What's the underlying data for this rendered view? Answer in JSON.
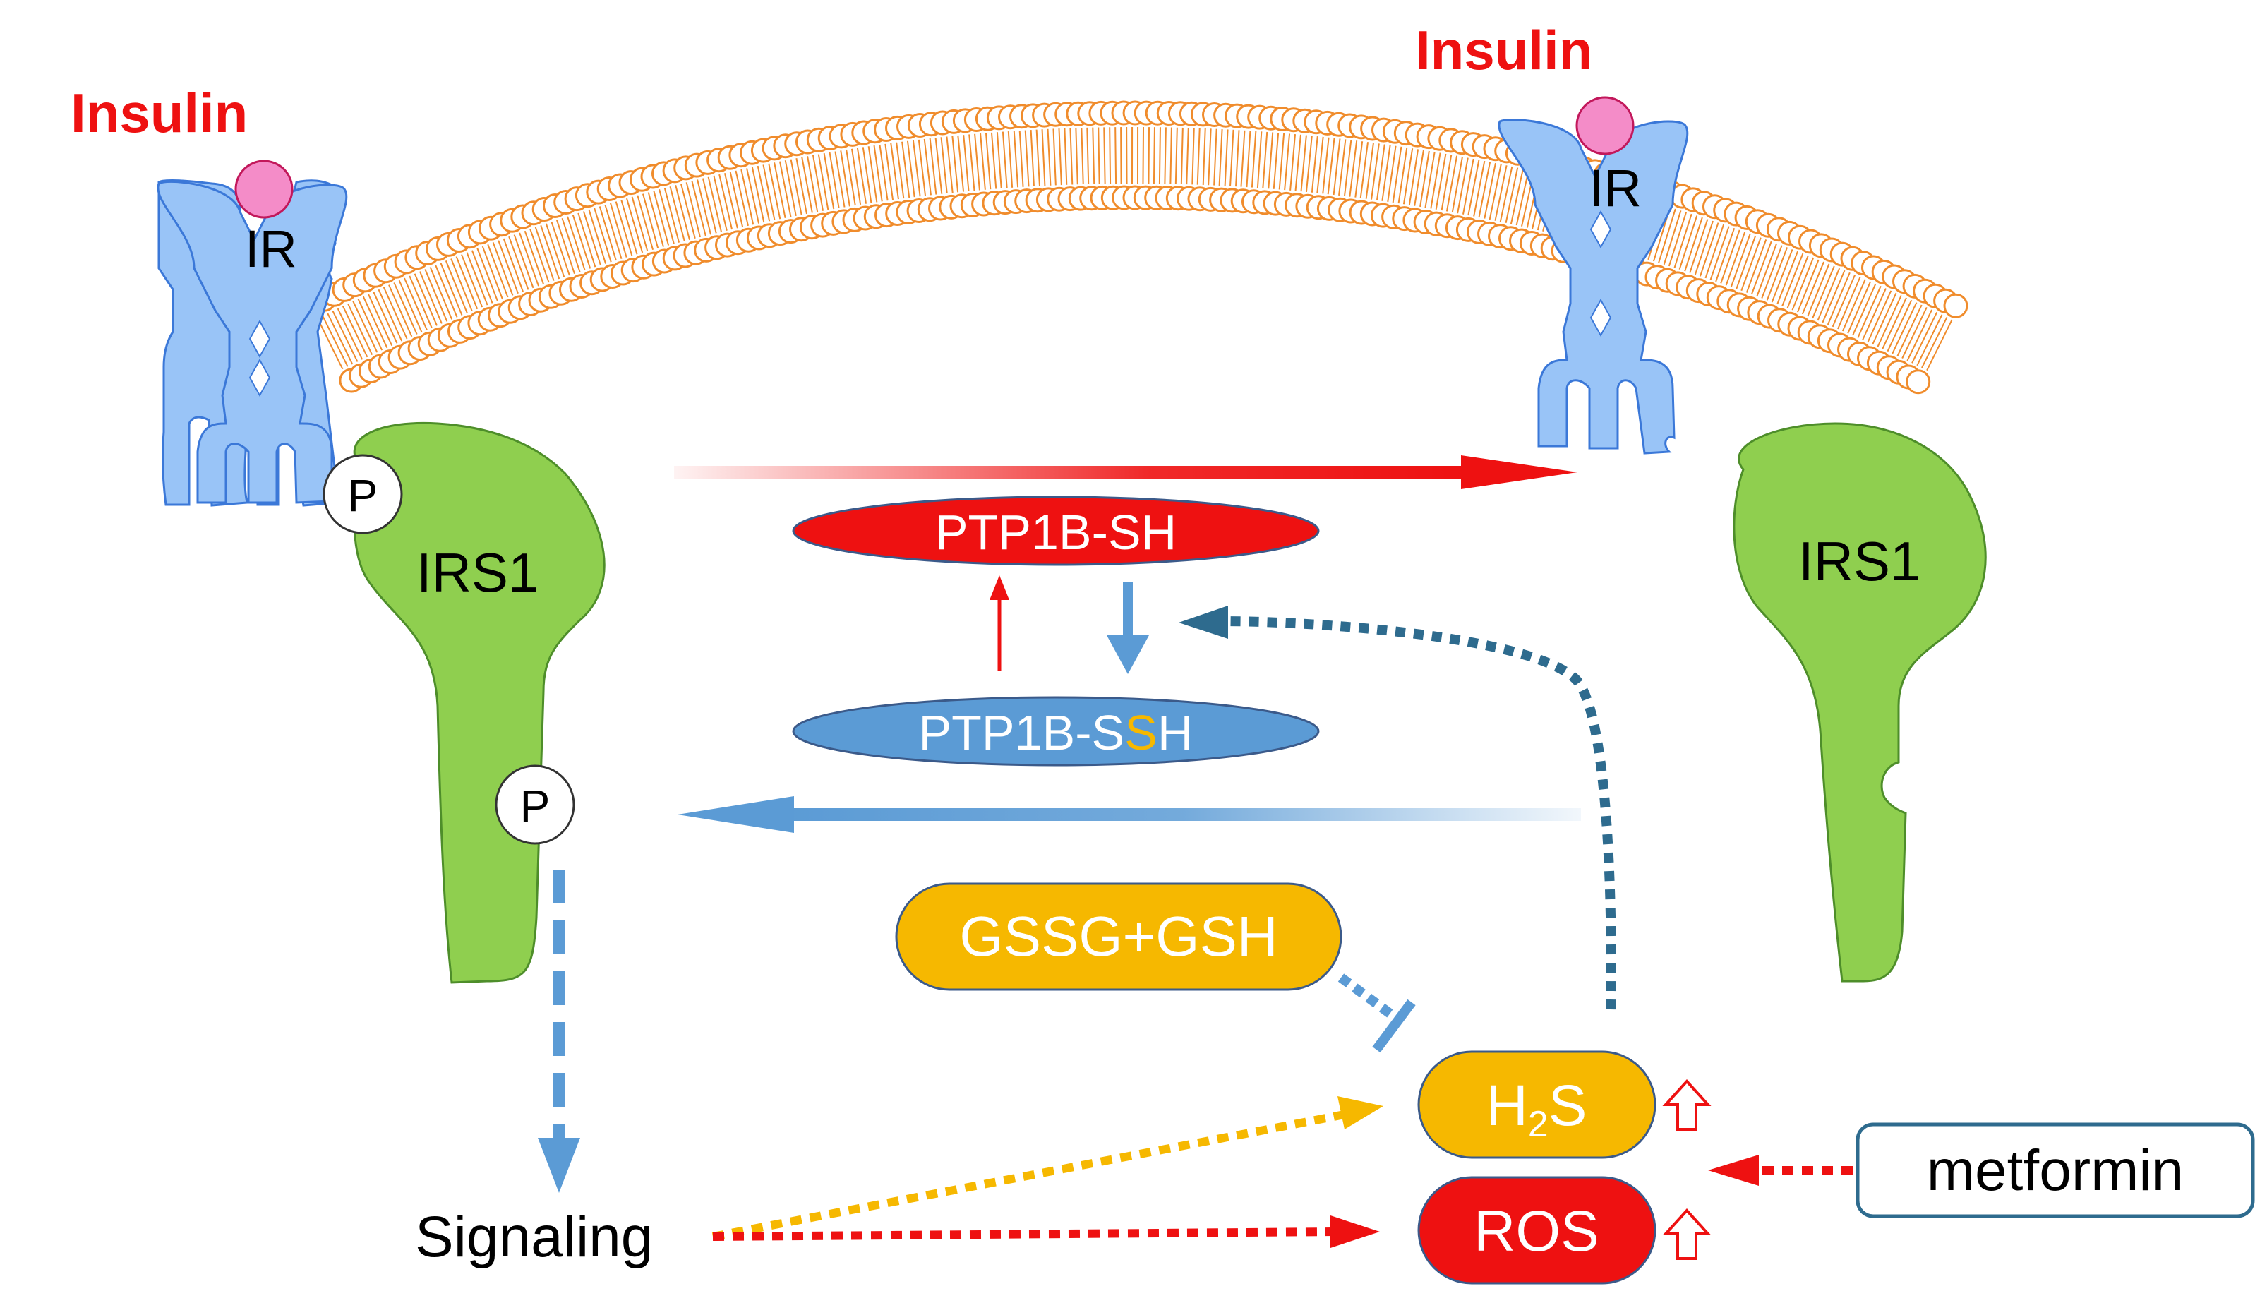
{
  "labels": {
    "insulin_left": "Insulin",
    "insulin_right": "Insulin",
    "ir_left": "IR",
    "ir_right": "IR",
    "irs1_left": "IRS1",
    "irs1_right": "IRS1",
    "p_upper": "P",
    "p_lower": "P",
    "ptp1b_sh": "PTP1B-SH",
    "ptp1b_ssh_prefix": "PTP1B-S",
    "ptp1b_ssh_highlight": "S",
    "ptp1b_ssh_suffix": "H",
    "gssg_gsh": "GSSG+GSH",
    "h2s_main": "H",
    "h2s_sub": "2",
    "h2s_end": "S",
    "ros": "ROS",
    "metformin": "metformin",
    "signaling": "Signaling"
  },
  "colors": {
    "insulin_text": "#ee1111",
    "receptor_fill": "#99c4f7",
    "receptor_stroke": "#3b78d8",
    "ligand_fill": "#f48cc8",
    "ligand_stroke": "#c2185b",
    "irs1_fill": "#8fcf4f",
    "irs1_stroke": "#4e8e2a",
    "lipid_stroke": "#f08c2c",
    "ptp1b_sh_fill": "#ee1111",
    "ptp1b_ssh_fill": "#5b9bd5",
    "gssg_fill": "#f6b800",
    "h2s_fill": "#f6b800",
    "ros_fill": "#ee1111",
    "metformin_border": "#2e6b8e",
    "red_arrow": "#ee1111",
    "blue_arrow": "#5b9bd5",
    "dotted_blue": "#2e6b8e",
    "yellow_arrow": "#f6b800",
    "highlight_s": "#f6b800"
  }
}
